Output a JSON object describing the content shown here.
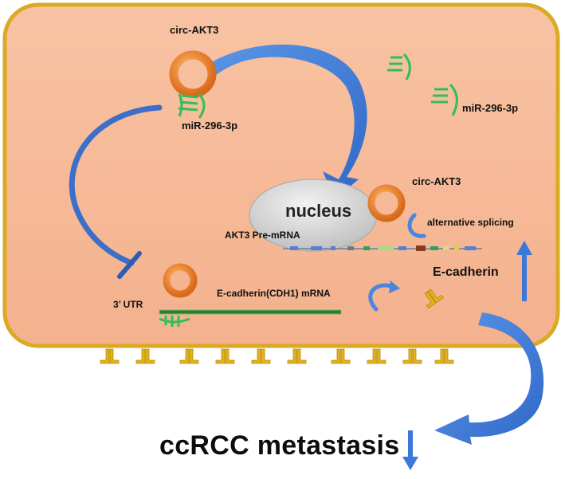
{
  "labels": {
    "circ_top": "circ-AKT3",
    "mir_bound": "miR-296-3p",
    "mir_free": "miR-296-3p",
    "nucleus": "nucleus",
    "circ_nucleus": "circ-AKT3",
    "alt_splicing": "alternative splicing",
    "pre_mrna": "AKT3 Pre-mRNA",
    "ecad_mrna": "E-cadherin(CDH1) mRNA",
    "utr": "3’ UTR",
    "ecadherin": "E-cadherin",
    "outcome": "ccRCC metastasis"
  },
  "colors": {
    "cell_fill": "#f6b894",
    "cell_border": "#d9aa22",
    "arrow_blue": "#3b78d8",
    "mirna_green": "#2fbf57",
    "circ_orange": "#e8822a",
    "receptor_gold": "#e3b21c",
    "mrna_green": "#2e7d32"
  },
  "icons": [
    "circ-rna-ring-icon",
    "mirna-icon",
    "e-cadherin-receptor-icon",
    "inhibition-arrow-icon",
    "up-arrow-icon",
    "down-arrow-icon"
  ]
}
